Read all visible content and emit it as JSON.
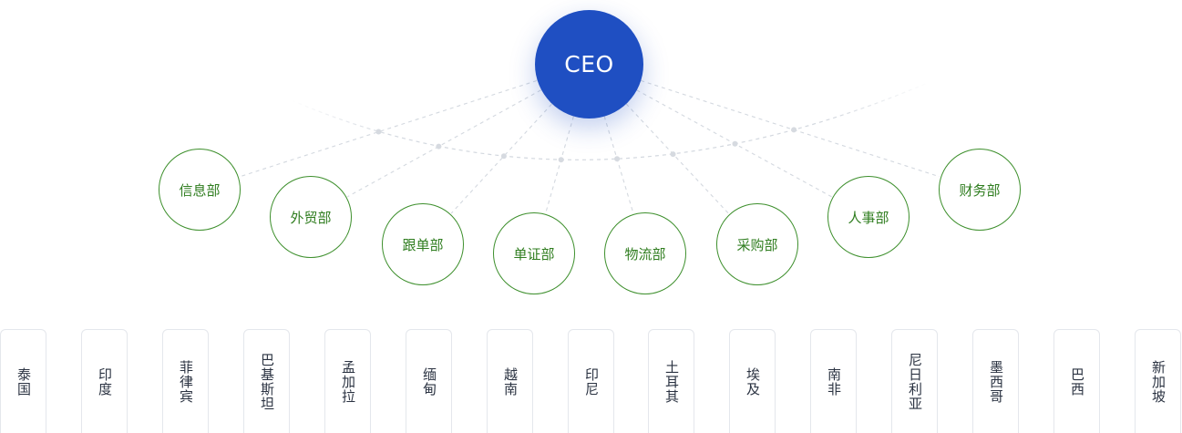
{
  "root": {
    "label": "CEO"
  },
  "departments": [
    {
      "label": "信息部"
    },
    {
      "label": "外贸部"
    },
    {
      "label": "跟单部"
    },
    {
      "label": "单证部"
    },
    {
      "label": "物流部"
    },
    {
      "label": "采购部"
    },
    {
      "label": "人事部"
    },
    {
      "label": "财务部"
    }
  ],
  "countries": [
    {
      "label": "泰国"
    },
    {
      "label": "印度"
    },
    {
      "label": "菲律宾"
    },
    {
      "label": "巴基斯坦"
    },
    {
      "label": "孟加拉"
    },
    {
      "label": "缅甸"
    },
    {
      "label": "越南"
    },
    {
      "label": "印尼"
    },
    {
      "label": "土耳其"
    },
    {
      "label": "埃及"
    },
    {
      "label": "南非"
    },
    {
      "label": "尼日利亚"
    },
    {
      "label": "墨西哥"
    },
    {
      "label": "巴西"
    },
    {
      "label": "新加坡"
    }
  ],
  "colors": {
    "root_fill": "#1f4fc2",
    "department_border": "#3d8f2c",
    "department_text": "#2f7d1f",
    "connector": "#d3d8df"
  }
}
